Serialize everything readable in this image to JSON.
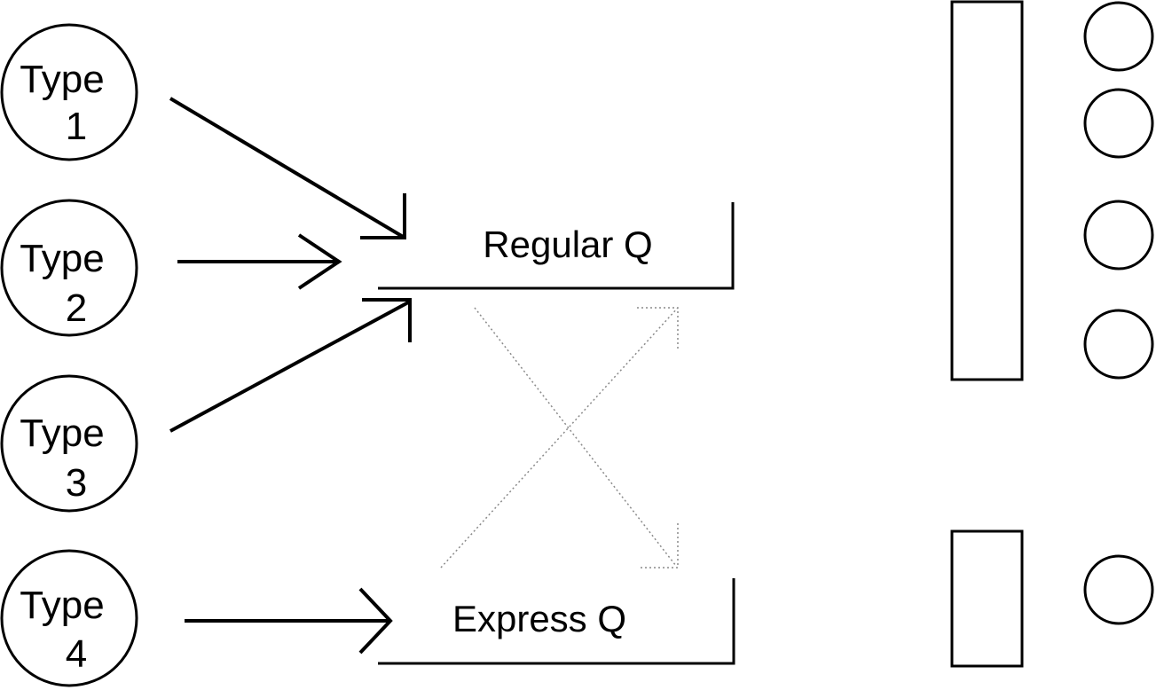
{
  "sources": [
    {
      "line1": "Type",
      "line2": "1"
    },
    {
      "line1": "Type",
      "line2": "2"
    },
    {
      "line1": "Type",
      "line2": "3"
    },
    {
      "line1": "Type",
      "line2": "4"
    }
  ],
  "queues": {
    "regular": "Regular  Q",
    "express": "Express Q"
  },
  "colors": {
    "stroke": "#000000",
    "dotted": "#8a8a8a",
    "background": "#ffffff"
  }
}
